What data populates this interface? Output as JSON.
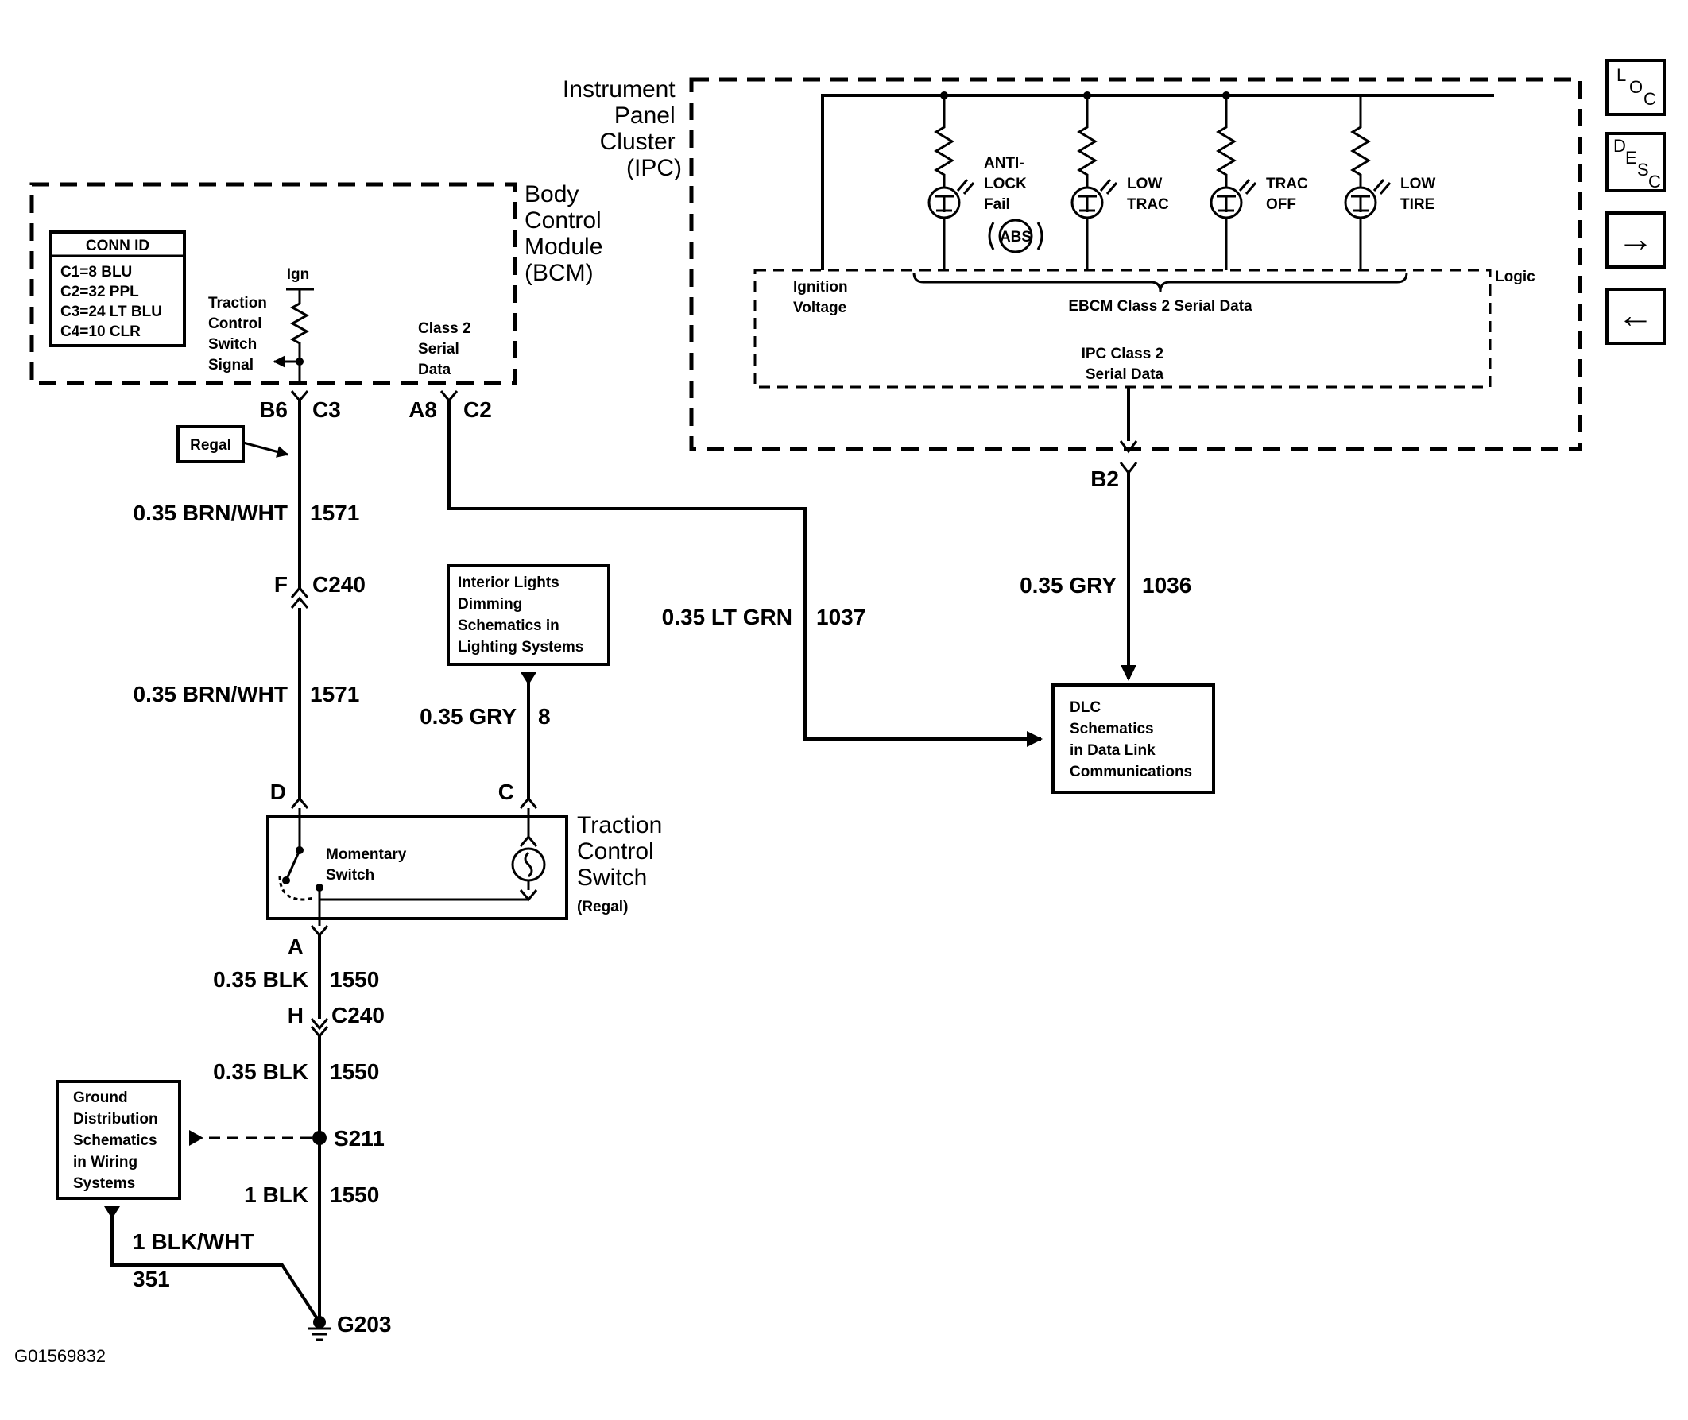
{
  "modules": {
    "ipc": {
      "title": [
        "Instrument",
        "Panel",
        "Cluster",
        "(IPC)"
      ]
    },
    "bcm": {
      "title": [
        "Body",
        "Control",
        "Module",
        "(BCM)"
      ]
    }
  },
  "conn_id": {
    "header": "CONN ID",
    "rows": [
      "C1=8 BLU",
      "C2=32 PPL",
      "C3=24 LT BLU",
      "C4=10 CLR"
    ]
  },
  "bcm_labels": {
    "ign": "Ign",
    "traction_signal": [
      "Traction",
      "Control",
      "Switch",
      "Signal"
    ],
    "class2": [
      "Class 2",
      "Serial",
      "Data"
    ]
  },
  "ipc_labels": {
    "indicators": [
      {
        "label": [
          "ANTI-",
          "LOCK",
          "Fail"
        ],
        "badge": "ABS"
      },
      {
        "label": [
          "LOW",
          "TRAC"
        ]
      },
      {
        "label": [
          "TRAC",
          "OFF"
        ]
      },
      {
        "label": [
          "LOW",
          "TIRE"
        ]
      }
    ],
    "ignition_voltage": [
      "Ignition",
      "Voltage"
    ],
    "logic": "Logic",
    "ebcm": "EBCM Class 2 Serial Data",
    "ipc_class2": [
      "IPC Class 2",
      "Serial Data"
    ]
  },
  "pins": {
    "b6": "B6",
    "c3": "C3",
    "a8": "A8",
    "c2": "C2",
    "b2": "B2",
    "f": "F",
    "c240_top": "C240",
    "d": "D",
    "c": "C",
    "a": "A",
    "h": "H",
    "c240_bot": "C240",
    "s211": "S211",
    "g203": "G203"
  },
  "wires": {
    "w1571_top": {
      "gauge": "0.35 BRN/WHT",
      "circuit": "1571"
    },
    "w1571_bot": {
      "gauge": "0.35 BRN/WHT",
      "circuit": "1571"
    },
    "w1037": {
      "gauge": "0.35 LT GRN",
      "circuit": "1037"
    },
    "w1036": {
      "gauge": "0.35 GRY",
      "circuit": "1036"
    },
    "w8": {
      "gauge": "0.35 GRY",
      "circuit": "8"
    },
    "w1550_a": {
      "gauge": "0.35 BLK",
      "circuit": "1550"
    },
    "w1550_b": {
      "gauge": "0.35 BLK",
      "circuit": "1550"
    },
    "w1550_c": {
      "gauge": "1 BLK",
      "circuit": "1550"
    },
    "w351": {
      "gauge": "1 BLK/WHT",
      "circuit": "351"
    }
  },
  "refs": {
    "regal": "Regal",
    "interior": [
      "Interior Lights",
      "Dimming",
      "Schematics in",
      "Lighting Systems"
    ],
    "dlc": [
      "DLC",
      "Schematics",
      "in Data Link",
      "Communications"
    ],
    "ground": [
      "Ground",
      "Distribution",
      "Schematics",
      "in Wiring",
      "Systems"
    ]
  },
  "tcs": {
    "title": [
      "Traction",
      "Control",
      "Switch"
    ],
    "variant": "(Regal)",
    "momentary": [
      "Momentary",
      "Switch"
    ]
  },
  "nav": {
    "loc": {
      "l1": "L",
      "l2": "O",
      "l3": "C"
    },
    "desc": {
      "l1": "D",
      "l2": "E",
      "l3": "S",
      "l4": "C"
    },
    "next": "→",
    "prev": "←"
  },
  "figure_id": "G01569832"
}
